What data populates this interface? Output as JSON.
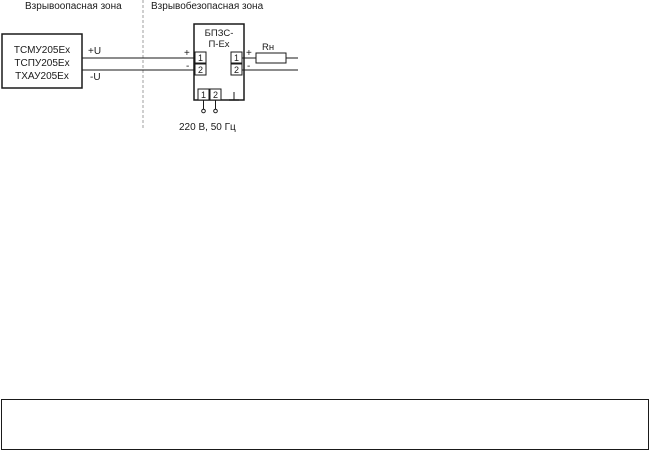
{
  "zones": {
    "hazardous": "Взрывоопасная зона",
    "safe": "Взрывобезопасная зона"
  },
  "sensor": {
    "lines": [
      "ТСМУ205Ех",
      "ТСПУ205Ех",
      "ТХАУ205Ех"
    ]
  },
  "wires": {
    "plus_label": "+U",
    "minus_label": "-U"
  },
  "barrier": {
    "title_line1": "БПЗС-",
    "title_line2": "П-Ех",
    "input_plus": "+",
    "input_minus": "-",
    "input_terminals": [
      "1",
      "2"
    ],
    "output_plus": "+",
    "output_minus": "-",
    "output_terminals": [
      "1",
      "2"
    ],
    "power_terminals": [
      "1",
      "2"
    ]
  },
  "load": {
    "label": "Rн"
  },
  "power": {
    "label": "220 В, 50 Гц"
  },
  "note": {
    "text": ""
  }
}
